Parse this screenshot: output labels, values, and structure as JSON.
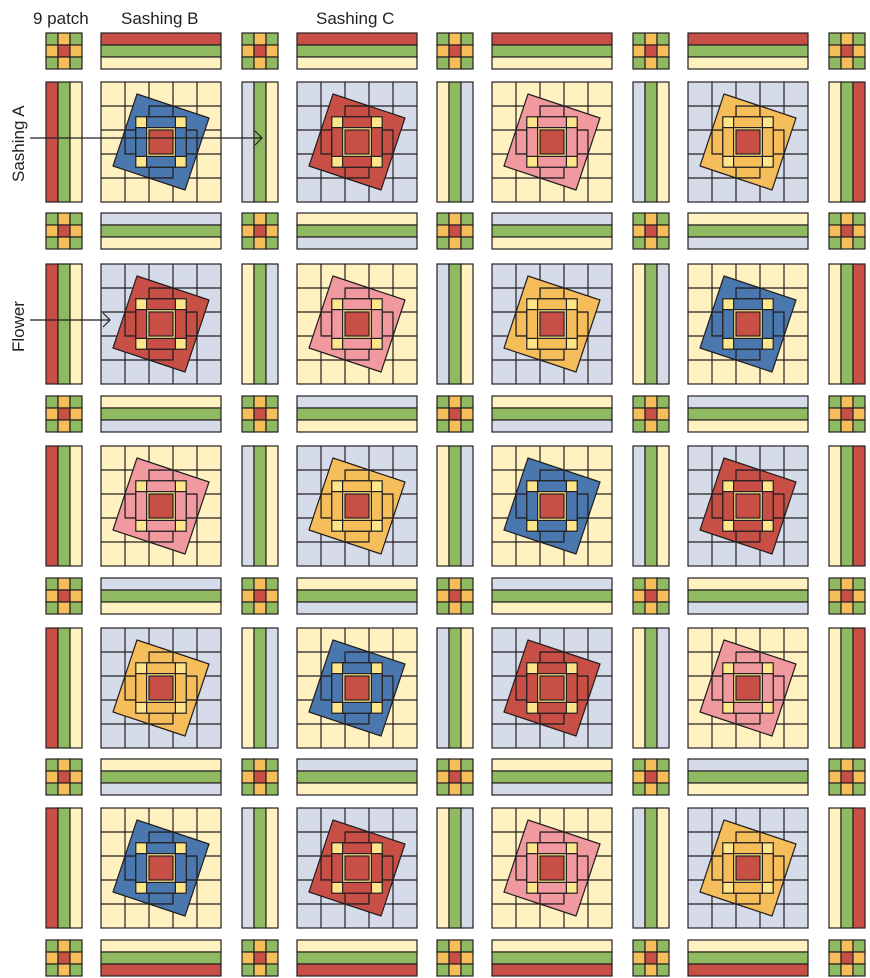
{
  "labels": {
    "nine_patch": "9 patch",
    "sashing_b": "Sashing B",
    "sashing_c": "Sashing C",
    "sashing_a": "Sashing A",
    "flower": "Flower"
  },
  "colors": {
    "red": "#c84f45",
    "green": "#8fba62",
    "cream": "#fff2c0",
    "lavender": "#d6dbe9",
    "blue": "#4a77ad",
    "pink": "#f09aa0",
    "gold": "#f5be5a",
    "yellow": "#fde68a",
    "outline": "#231f20"
  },
  "layout": {
    "flower_rows": 5,
    "flower_cols": 4,
    "flower_colors": [
      [
        "blue",
        "red",
        "pink",
        "gold"
      ],
      [
        "red",
        "pink",
        "gold",
        "blue"
      ],
      [
        "pink",
        "gold",
        "blue",
        "red"
      ],
      [
        "gold",
        "blue",
        "red",
        "pink"
      ],
      [
        "blue",
        "red",
        "pink",
        "gold"
      ]
    ],
    "flower_backgrounds": [
      [
        "cream",
        "lavender",
        "cream",
        "lavender"
      ],
      [
        "lavender",
        "cream",
        "lavender",
        "cream"
      ],
      [
        "cream",
        "lavender",
        "cream",
        "lavender"
      ],
      [
        "lavender",
        "cream",
        "lavender",
        "cream"
      ],
      [
        "cream",
        "lavender",
        "cream",
        "lavender"
      ]
    ]
  }
}
